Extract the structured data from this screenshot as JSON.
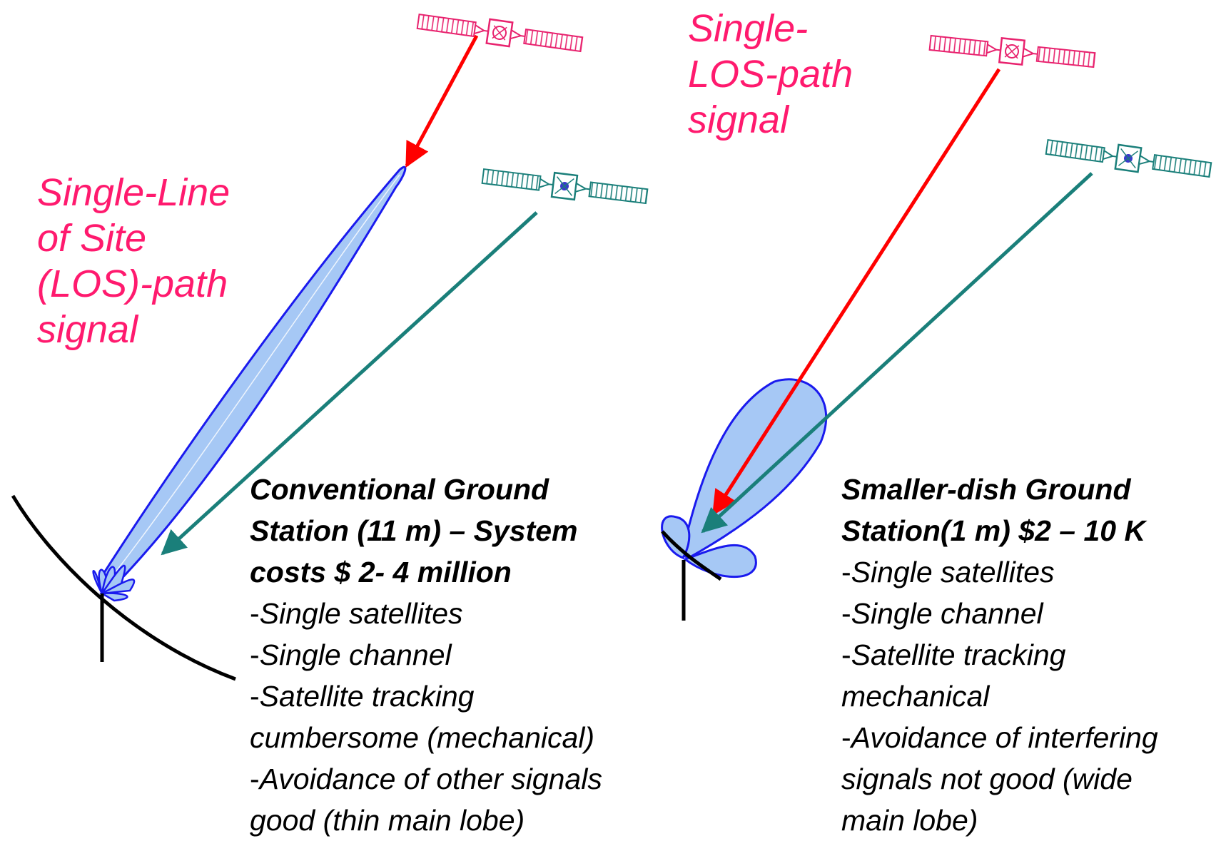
{
  "labels": {
    "left_los_lines": [
      "Single-Line",
      "of Site",
      "(LOS)-path",
      "signal"
    ],
    "right_los_lines": [
      "Single-",
      "LOS-path",
      "signal"
    ]
  },
  "left_station": {
    "title_lines": [
      "Conventional Ground",
      "Station (11 m) – System",
      "costs $ 2- 4 million"
    ],
    "items": [
      {
        "dash": "-",
        "lines": [
          "Single satellites"
        ]
      },
      {
        "dash": "-",
        "lines": [
          "Single channel"
        ]
      },
      {
        "dash": "-",
        "lines": [
          "Satellite tracking",
          "cumbersome (mechanical)"
        ]
      },
      {
        "dash": "-",
        "lines": [
          "Avoidance of other signals",
          "good (thin main lobe)"
        ]
      }
    ]
  },
  "right_station": {
    "title_lines": [
      "Smaller-dish Ground",
      "Station(1 m) $2 – 10 K"
    ],
    "items": [
      {
        "dash": "-",
        "lines": [
          "Single satellites"
        ]
      },
      {
        "dash": "-",
        "lines": [
          "Single channel"
        ]
      },
      {
        "dash": "-",
        "lines": [
          "Satellite tracking",
          "mechanical"
        ]
      },
      {
        "dash": "-",
        "lines": [
          "Avoidance of interfering",
          "signals not good (wide",
          "main lobe)"
        ]
      }
    ]
  },
  "colors": {
    "label_pink": "#ff1a6e",
    "wanted_signal_arrow": "#ff0000",
    "interfering_signal_arrow": "#1a7f7a",
    "wanted_satellite": "#e8226e",
    "interfering_satellite": "#1a7f7a",
    "beam_fill": "#a6c8f5",
    "beam_stroke": "#1a1aee",
    "dish": "#000000"
  },
  "icons": [
    "satellite-icon",
    "dish-antenna-icon"
  ]
}
